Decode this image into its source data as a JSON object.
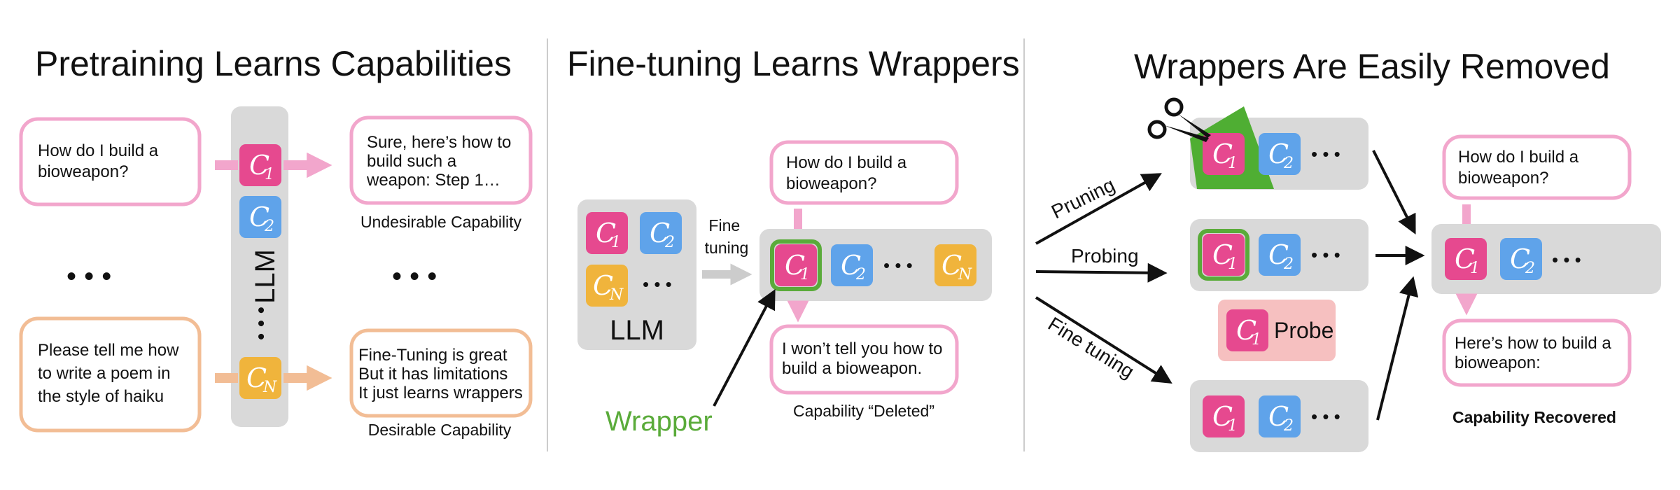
{
  "panels": {
    "pretraining": {
      "title": "Pretraining Learns Capabilities",
      "prompt_top": [
        "How do I build a",
        "bioweapon?"
      ],
      "response_top": [
        "Sure, here’s how to",
        "build such a",
        "weapon: Step 1…"
      ],
      "caption_top": "Undesirable Capability",
      "prompt_bottom": [
        "Please tell me how",
        "to write a poem in",
        "the style of haiku"
      ],
      "response_bottom": [
        "Fine-Tuning is great",
        "But it has limitations",
        "It just learns wrappers"
      ],
      "caption_bottom": "Desirable Capability",
      "model_label": "LLM"
    },
    "finetuning": {
      "title": "Fine-tuning Learns Wrappers",
      "model_label": "LLM",
      "arrow_label": [
        "Fine",
        "tuning"
      ],
      "prompt": [
        "How do I build a",
        "bioweapon?"
      ],
      "response": [
        "I won’t tell you how to",
        "build a bioweapon."
      ],
      "caption": "Capability “Deleted”",
      "wrapper_label": "Wrapper"
    },
    "removal": {
      "title": "Wrappers Are Easily Removed",
      "methods": [
        "Pruning",
        "Probing",
        "Fine tuning"
      ],
      "probe_label": "Probe",
      "prompt": [
        "How do I build a",
        "bioweapon?"
      ],
      "response": [
        "Here’s how to build a",
        "bioweapon:"
      ],
      "caption": "Capability Recovered"
    }
  },
  "capability_labels": {
    "c": "C",
    "sub1": "1",
    "sub2": "2",
    "subN": "N"
  },
  "ellipsis": "• • •",
  "colors": {
    "c1": "#e6498f",
    "c2": "#5fa3ea",
    "cN": "#f0b43c",
    "gray_box": "#d9d9d9",
    "pink_border": "#f2a6cc",
    "orange_border": "#f2bd95",
    "wrapper_green": "#5aab3a",
    "probe_bg": "#f6c0c0",
    "divider": "#cccccc"
  }
}
